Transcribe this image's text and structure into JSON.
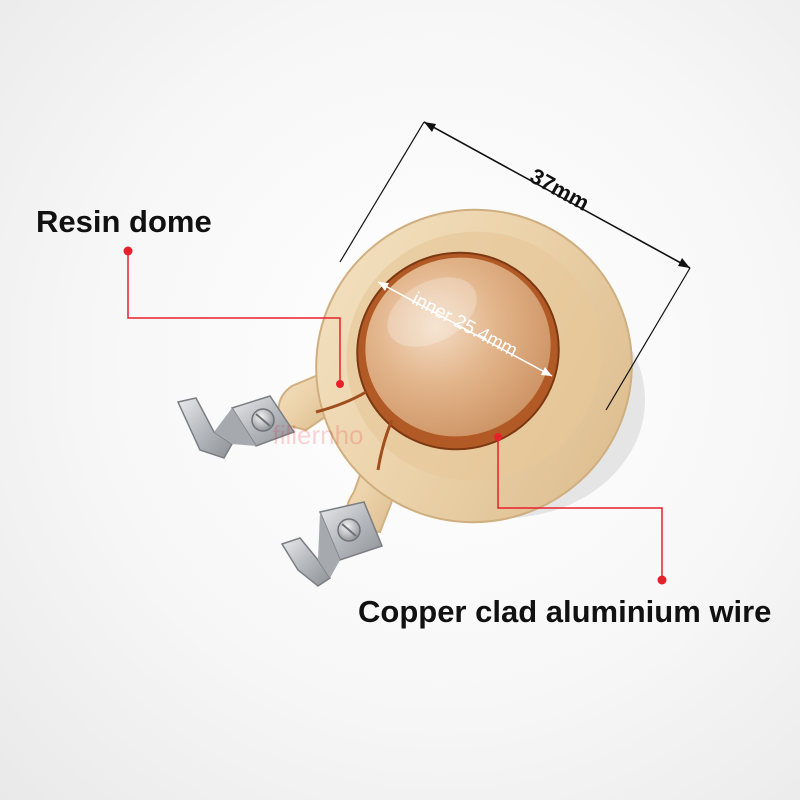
{
  "labels": {
    "resin_dome": "Resin dome",
    "copper_wire": "Copper clad aluminium wire",
    "outer_dimension": "37mm",
    "inner_dimension": "inner 25.4mm",
    "watermark": "fillernho"
  },
  "colors": {
    "callout_line": "#e8202a",
    "callout_dot": "#e8202a",
    "dimension_line": "#111111",
    "ring": "#ecd4ac",
    "dome": "#d9a274",
    "coil": "#b25a26",
    "terminal": "#b9bcc0"
  }
}
